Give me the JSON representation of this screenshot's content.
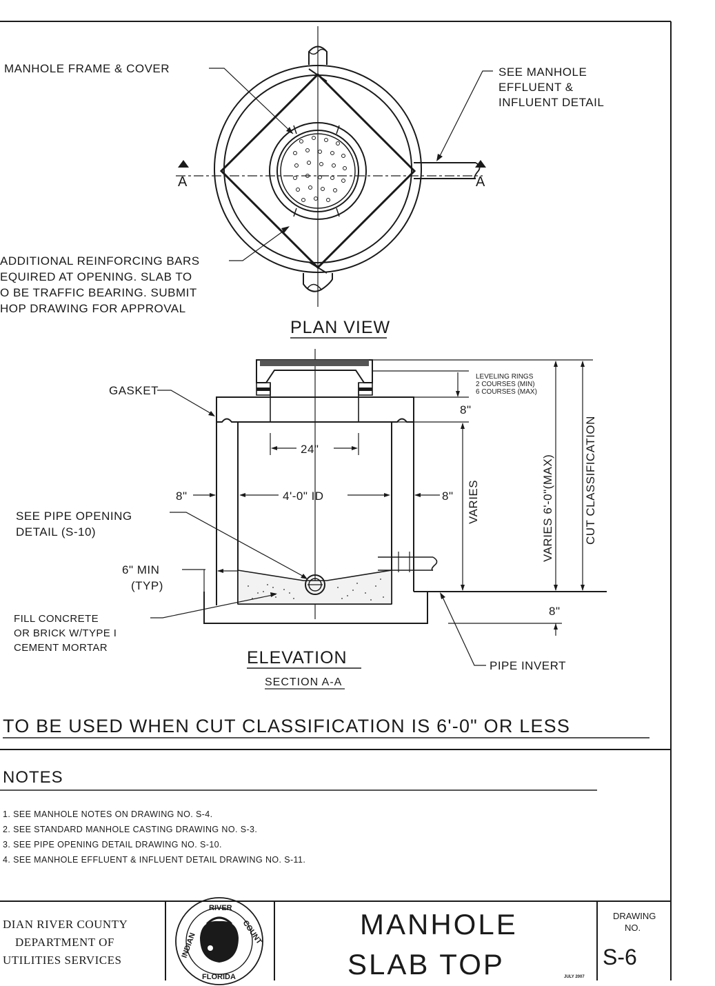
{
  "plan": {
    "frame_label": "MANHOLE FRAME & COVER",
    "effluent_note": [
      "SEE MANHOLE",
      "EFFLUENT &",
      "INFLUENT DETAIL"
    ],
    "reinforce_note": [
      "ADDITIONAL REINFORCING BARS",
      "EQUIRED AT OPENING. SLAB TO",
      "O BE TRAFFIC BEARING. SUBMIT",
      "HOP DRAWING FOR APPROVAL"
    ],
    "section_mark": "A",
    "title": "PLAN VIEW"
  },
  "elevation": {
    "gasket": "GASKET",
    "leveling": [
      "LEVELING RINGS",
      "2 COURSES (MIN)",
      "6 COURSES (MAX)"
    ],
    "dim_top": "8\"",
    "dim_24": "24\"",
    "dim_left_wall": "8\"",
    "dim_id": "4'-0\" ID",
    "dim_right_wall": "8\"",
    "varies": "VARIES",
    "varies_max": "VARIES 6'-0\"(MAX)",
    "cut_class": "CUT CLASSIFICATION",
    "pipe_opening_note": [
      "SEE PIPE OPENING",
      "DETAIL (S-10)"
    ],
    "min_note": [
      "6\" MIN",
      "(TYP)"
    ],
    "fill_note": [
      "FILL CONCRETE",
      "OR BRICK W/TYPE I",
      "CEMENT MORTAR"
    ],
    "dim_bottom": "8\"",
    "pipe_invert": "PIPE INVERT",
    "title": "ELEVATION",
    "subtitle": "SECTION A-A"
  },
  "banner": "TO BE USED WHEN CUT CLASSIFICATION IS 6'-0\" OR LESS",
  "notes": {
    "heading": "NOTES",
    "items": [
      "1.   SEE MANHOLE NOTES ON DRAWING NO. S-4.",
      "2.   SEE STANDARD MANHOLE CASTING DRAWING NO. S-3.",
      "3.   SEE PIPE OPENING DETAIL DRAWING NO. S-10.",
      "4.   SEE MANHOLE EFFLUENT & INFLUENT DETAIL DRAWING NO. S-11."
    ]
  },
  "title_block": {
    "org": [
      "DIAN RIVER COUNTY",
      "DEPARTMENT OF",
      "UTILITIES SERVICES"
    ],
    "seal_text": [
      "RIVER",
      "COUNT",
      "FLORIDA",
      "INDIAN"
    ],
    "title": [
      "MANHOLE",
      "SLAB TOP"
    ],
    "date": "JULY 2007",
    "drawing_label": [
      "DRAWING",
      "NO."
    ],
    "drawing_no": "S-6"
  }
}
